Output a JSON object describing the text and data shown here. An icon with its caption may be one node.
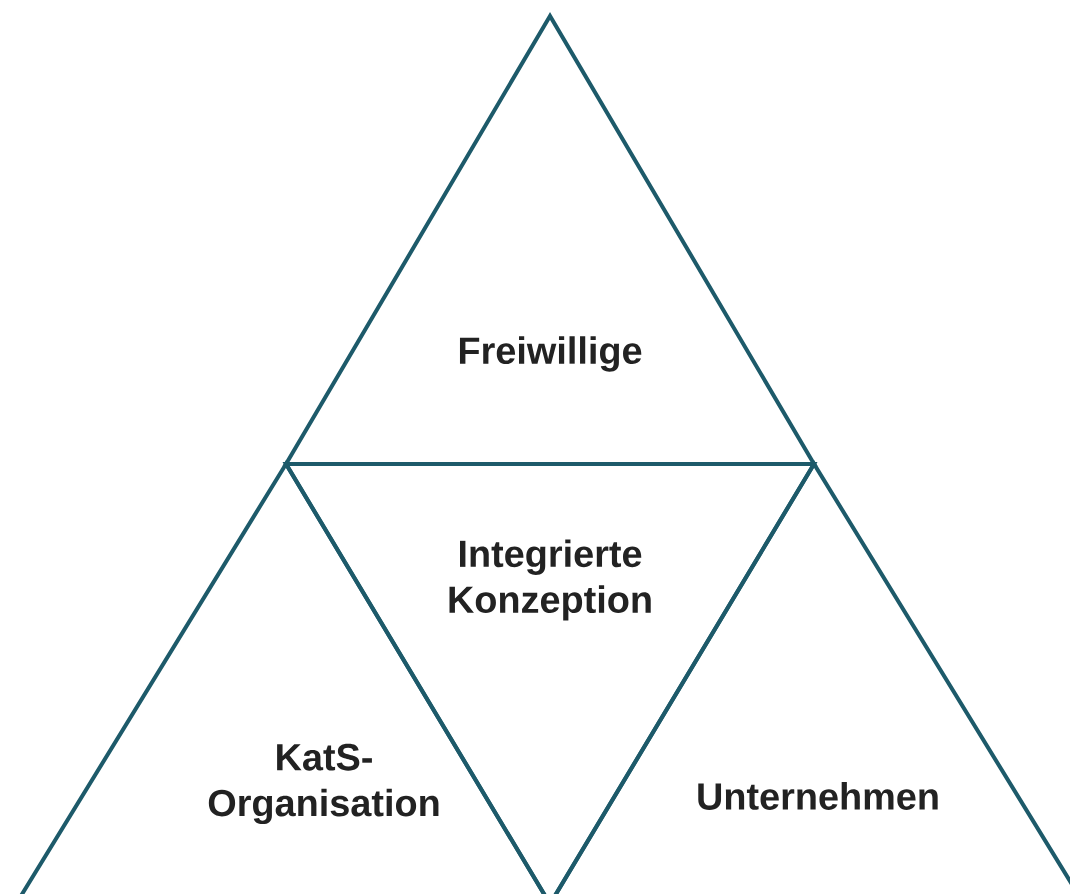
{
  "diagram": {
    "nodes": [
      {
        "text": [
          "Freiwillige"
        ]
      },
      {
        "text": [
          "Integrierte Konzeption"
        ]
      },
      {
        "text": [
          "KatS- Organisation"
        ]
      },
      {
        "text": [
          "Unternehmen"
        ]
      }
    ]
  }
}
